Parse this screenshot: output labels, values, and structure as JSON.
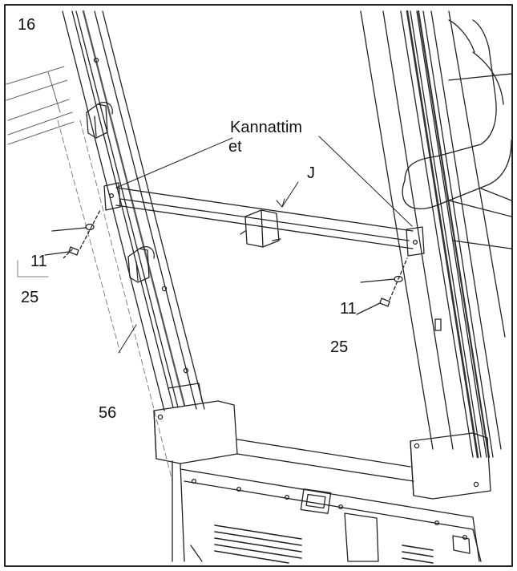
{
  "step_number": "16",
  "labels": {
    "brackets_line1": "Kannattim",
    "brackets_line2": "et",
    "crossbar": "J",
    "bolt_left": "11",
    "washer_left": "25",
    "bolt_right": "11",
    "washer_right": "25",
    "upright": "56"
  }
}
